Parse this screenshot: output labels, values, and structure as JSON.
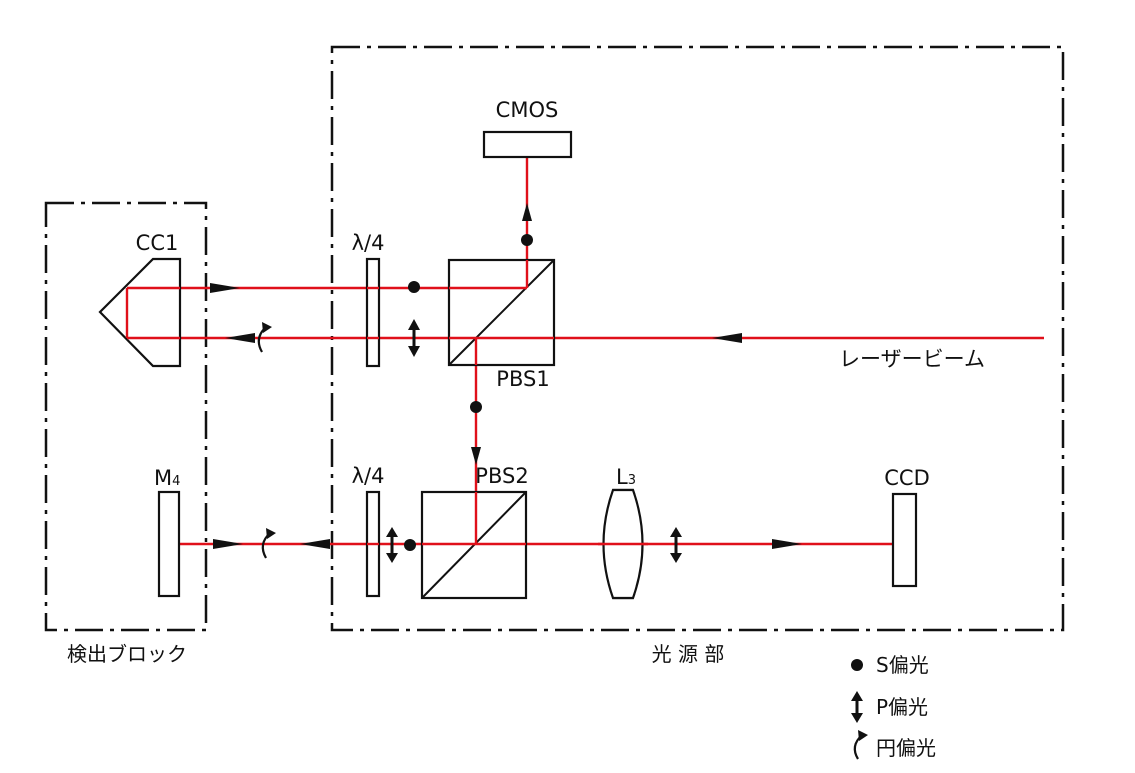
{
  "blocks": {
    "detection_label": "検出ブロック",
    "source_label": "光 源 部"
  },
  "components": {
    "cmos": "CMOS",
    "cc1": "CC1",
    "qwp_top": "λ/4",
    "qwp_bottom": "λ/4",
    "pbs1": "PBS1",
    "pbs2": "PBS2",
    "m4_main": "M",
    "m4_sub": "4",
    "l3_main": "L",
    "l3_sub": "3",
    "ccd": "CCD",
    "laser": "レーザービーム"
  },
  "legend": {
    "s_pol": "S偏光",
    "p_pol": "P偏光",
    "c_pol": "円偏光"
  },
  "colors": {
    "beam": "#e0101a",
    "outline": "#111111",
    "background": "#ffffff"
  }
}
